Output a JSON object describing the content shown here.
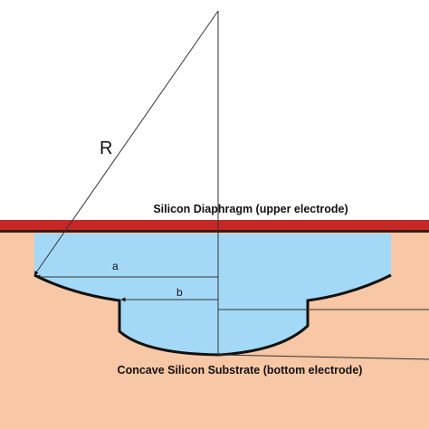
{
  "labels": {
    "diaphragm": "Silicon Diaphragm (upper electrode)",
    "substrate": "Concave Silicon Substrate (bottom electrode)",
    "radius": "R",
    "a": "a",
    "b": "b"
  },
  "colors": {
    "background": "#ffffff",
    "substrate": "#f7c7a6",
    "cavity": "#a3d9f6",
    "diaphragm": "#c62828",
    "diaphragm_edge": "#3a1a12",
    "outline": "#111111",
    "guide_lines": "#333333"
  }
}
